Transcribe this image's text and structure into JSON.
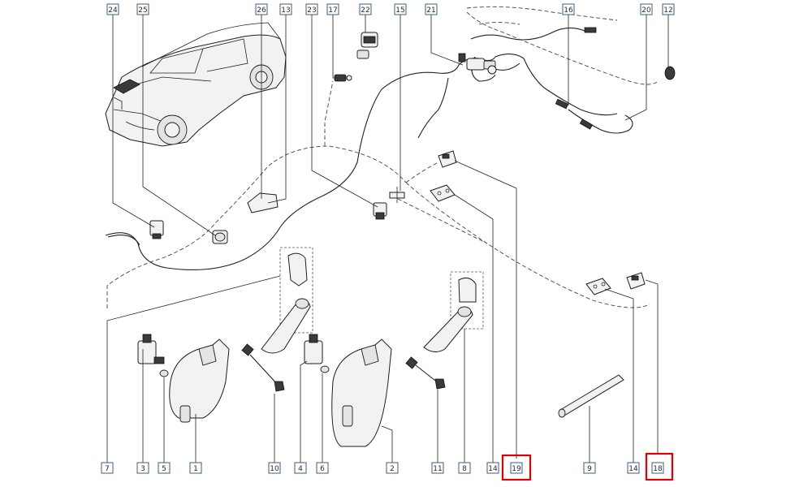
{
  "callouts": {
    "top": [
      "24",
      "25",
      "26",
      "13",
      "23",
      "17",
      "22",
      "15",
      "21",
      "16",
      "20",
      "12"
    ],
    "bottom": [
      "7",
      "3",
      "5",
      "1",
      "10",
      "4",
      "6",
      "2",
      "11",
      "8",
      "14",
      "19",
      "9",
      "14",
      "18"
    ]
  },
  "highlighted": [
    "19",
    "18"
  ],
  "colors": {
    "callout_border": "#3b5c86",
    "highlight": "#e00000",
    "line": "#222222"
  }
}
